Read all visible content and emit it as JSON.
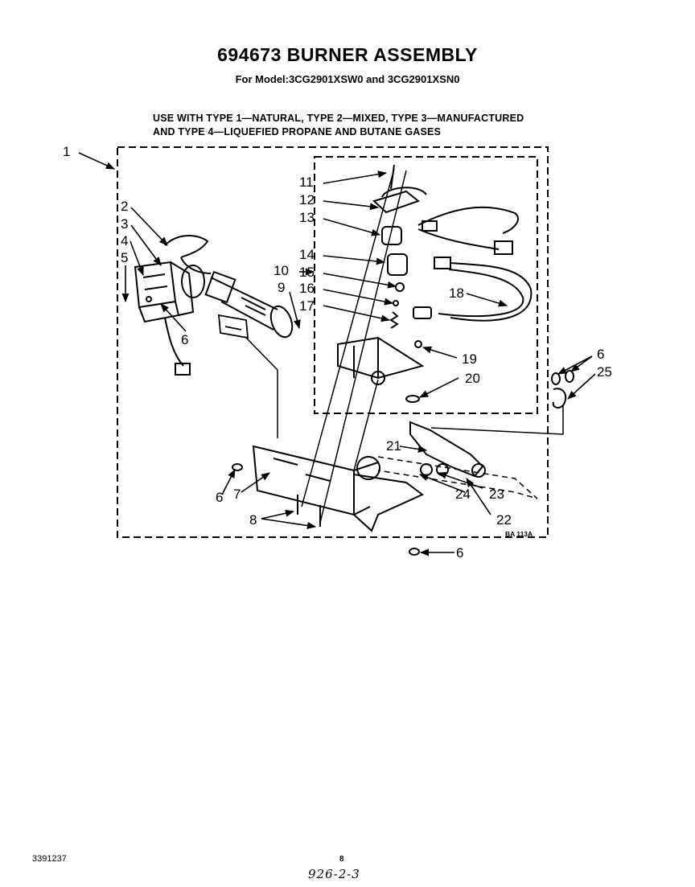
{
  "header": {
    "title": "694673 BURNER ASSEMBLY",
    "subtitle": "For Model:3CG2901XSW0 and 3CG2901XSN0",
    "note_line1": "USE WITH TYPE 1—NATURAL, TYPE 2—MIXED, TYPE 3—MANUFACTURED",
    "note_line2": "AND TYPE 4—LIQUEFIED PROPANE AND BUTANE GASES"
  },
  "diagram": {
    "code": "BA 113A",
    "callouts": {
      "c1": "1",
      "c2": "2",
      "c3": "3",
      "c4": "4",
      "c5": "5",
      "c6a": "6",
      "c6b": "6",
      "c6c": "6",
      "c6d": "6",
      "c7": "7",
      "c8": "8",
      "c9": "9",
      "c10": "10",
      "c11": "11",
      "c12": "12",
      "c13": "13",
      "c14": "14",
      "c15": "15",
      "c16": "16",
      "c17": "17",
      "c18": "18",
      "c19": "19",
      "c20": "20",
      "c21": "21",
      "c22": "22",
      "c23": "23",
      "c24": "24",
      "c25": "25"
    }
  },
  "footer": {
    "doc_number": "3391237",
    "page": "8",
    "handwritten": "926-2-3"
  }
}
